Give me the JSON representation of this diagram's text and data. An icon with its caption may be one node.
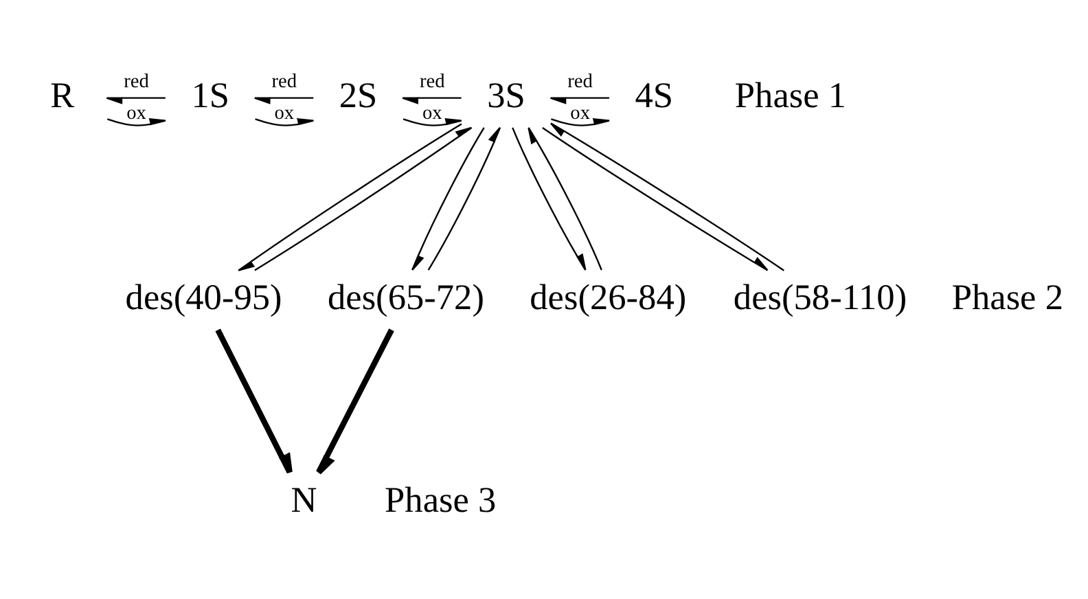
{
  "diagram": {
    "nodes": [
      {
        "text": [
          "R"
        ]
      },
      {
        "text": [
          "1S"
        ]
      },
      {
        "text": [
          "2S"
        ]
      },
      {
        "text": [
          "3S"
        ]
      },
      {
        "text": [
          "4S"
        ]
      },
      {
        "text": [
          "des(40-95)"
        ]
      },
      {
        "text": [
          "des(65-72)"
        ]
      },
      {
        "text": [
          "des(26-84)"
        ]
      },
      {
        "text": [
          "des(58-110)"
        ]
      },
      {
        "text": [
          "N"
        ]
      }
    ],
    "edges": [
      {
        "from": 0,
        "to": 1,
        "arrow": "to",
        "label": "ox"
      },
      {
        "from": 1,
        "to": 0,
        "arrow": "to",
        "label": "red"
      },
      {
        "from": 1,
        "to": 2,
        "arrow": "to",
        "label": "ox"
      },
      {
        "from": 2,
        "to": 1,
        "arrow": "to",
        "label": "red"
      },
      {
        "from": 2,
        "to": 3,
        "arrow": "to",
        "label": "ox"
      },
      {
        "from": 3,
        "to": 2,
        "arrow": "to",
        "label": "red"
      },
      {
        "from": 3,
        "to": 4,
        "arrow": "to",
        "label": "ox"
      },
      {
        "from": 4,
        "to": 3,
        "arrow": "to",
        "label": "red"
      },
      {
        "from": 3,
        "to": 5,
        "arrow": "to"
      },
      {
        "from": 5,
        "to": 3,
        "arrow": "to"
      },
      {
        "from": 3,
        "to": 6,
        "arrow": "to"
      },
      {
        "from": 6,
        "to": 3,
        "arrow": "to"
      },
      {
        "from": 3,
        "to": 7,
        "arrow": "to"
      },
      {
        "from": 7,
        "to": 3,
        "arrow": "to"
      },
      {
        "from": 3,
        "to": 8,
        "arrow": "to"
      },
      {
        "from": 8,
        "to": 3,
        "arrow": "to"
      },
      {
        "from": 5,
        "to": 9,
        "arrow": "to",
        "style": "thick"
      },
      {
        "from": 6,
        "to": 9,
        "arrow": "to",
        "style": "thick"
      }
    ],
    "labels": [
      "Phase 1",
      "Phase 2",
      "Phase 3"
    ]
  }
}
